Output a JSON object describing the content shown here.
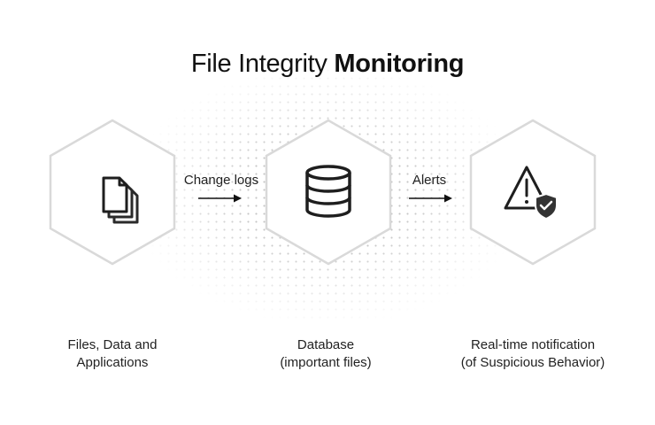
{
  "title": {
    "part_regular": "File Integrity",
    "part_bold": "Monitoring"
  },
  "nodes": [
    {
      "icon": "stacked-files-icon",
      "caption_line1": "Files, Data and",
      "caption_line2": "Applications"
    },
    {
      "icon": "database-icon",
      "caption_line1": "Database",
      "caption_line2": "(important files)"
    },
    {
      "icon": "warning-shield-icon",
      "caption_line1": "Real-time notification",
      "caption_line2": "(of Suspicious Behavior)"
    }
  ],
  "connectors": [
    {
      "label": "Change logs"
    },
    {
      "label": "Alerts"
    }
  ],
  "colors": {
    "hex_stroke": "#d9d9d9",
    "icon": "#1e1e1e",
    "shield": "#333333"
  }
}
